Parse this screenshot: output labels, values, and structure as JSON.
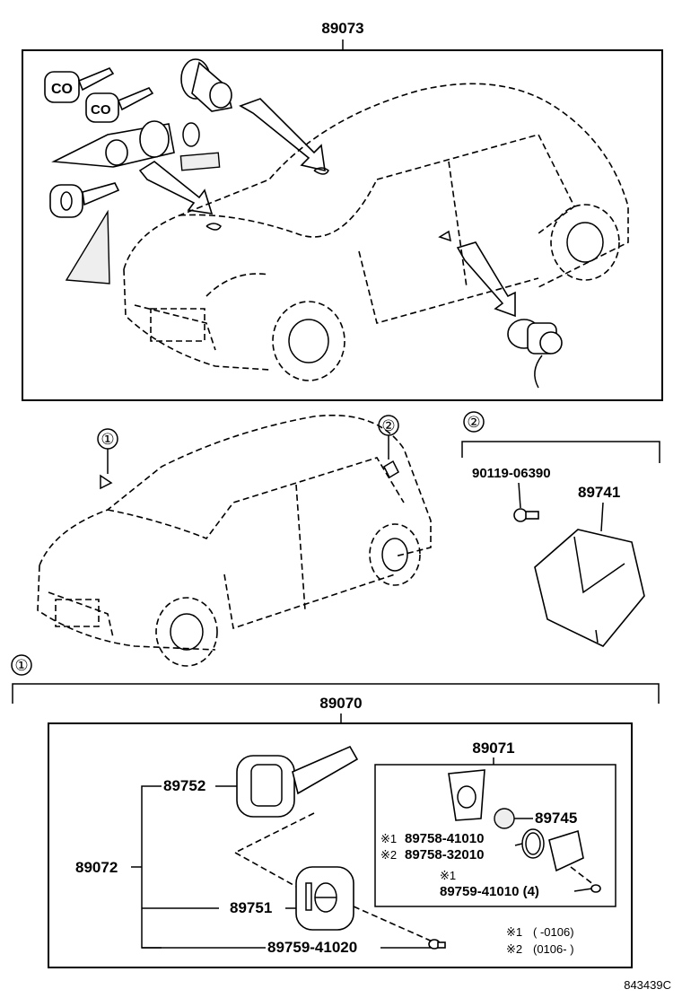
{
  "top_assembly": {
    "part_number": "89073"
  },
  "callouts": {
    "ref1": "①",
    "ref2": "②"
  },
  "section2": {
    "bolt": "90119-06390",
    "ecu": "89741"
  },
  "section1": {
    "assembly": "89070",
    "subassembly": "89071",
    "key_blank": "89752",
    "key_set": "89072",
    "transponder_cover": "89751",
    "screw": "89759-41020",
    "battery": "89745",
    "cover_1": {
      "mark": "※1",
      "part": "89758-41010"
    },
    "cover_2": {
      "mark": "※2",
      "part": "89758-32010"
    },
    "screw_mark": "※1",
    "screw_qty": "89759-41010 (4)",
    "notes": {
      "n1_mark": "※1",
      "n1_text": "(       -0106)",
      "n2_mark": "※2",
      "n2_text": "(0106-       )"
    }
  },
  "illustration_code": "843439C",
  "icons": [
    "key-icon",
    "lock-cylinder-icon",
    "vehicle-icon",
    "ecu-icon",
    "bolt-icon",
    "battery-icon",
    "screw-icon",
    "arrow-icon"
  ]
}
